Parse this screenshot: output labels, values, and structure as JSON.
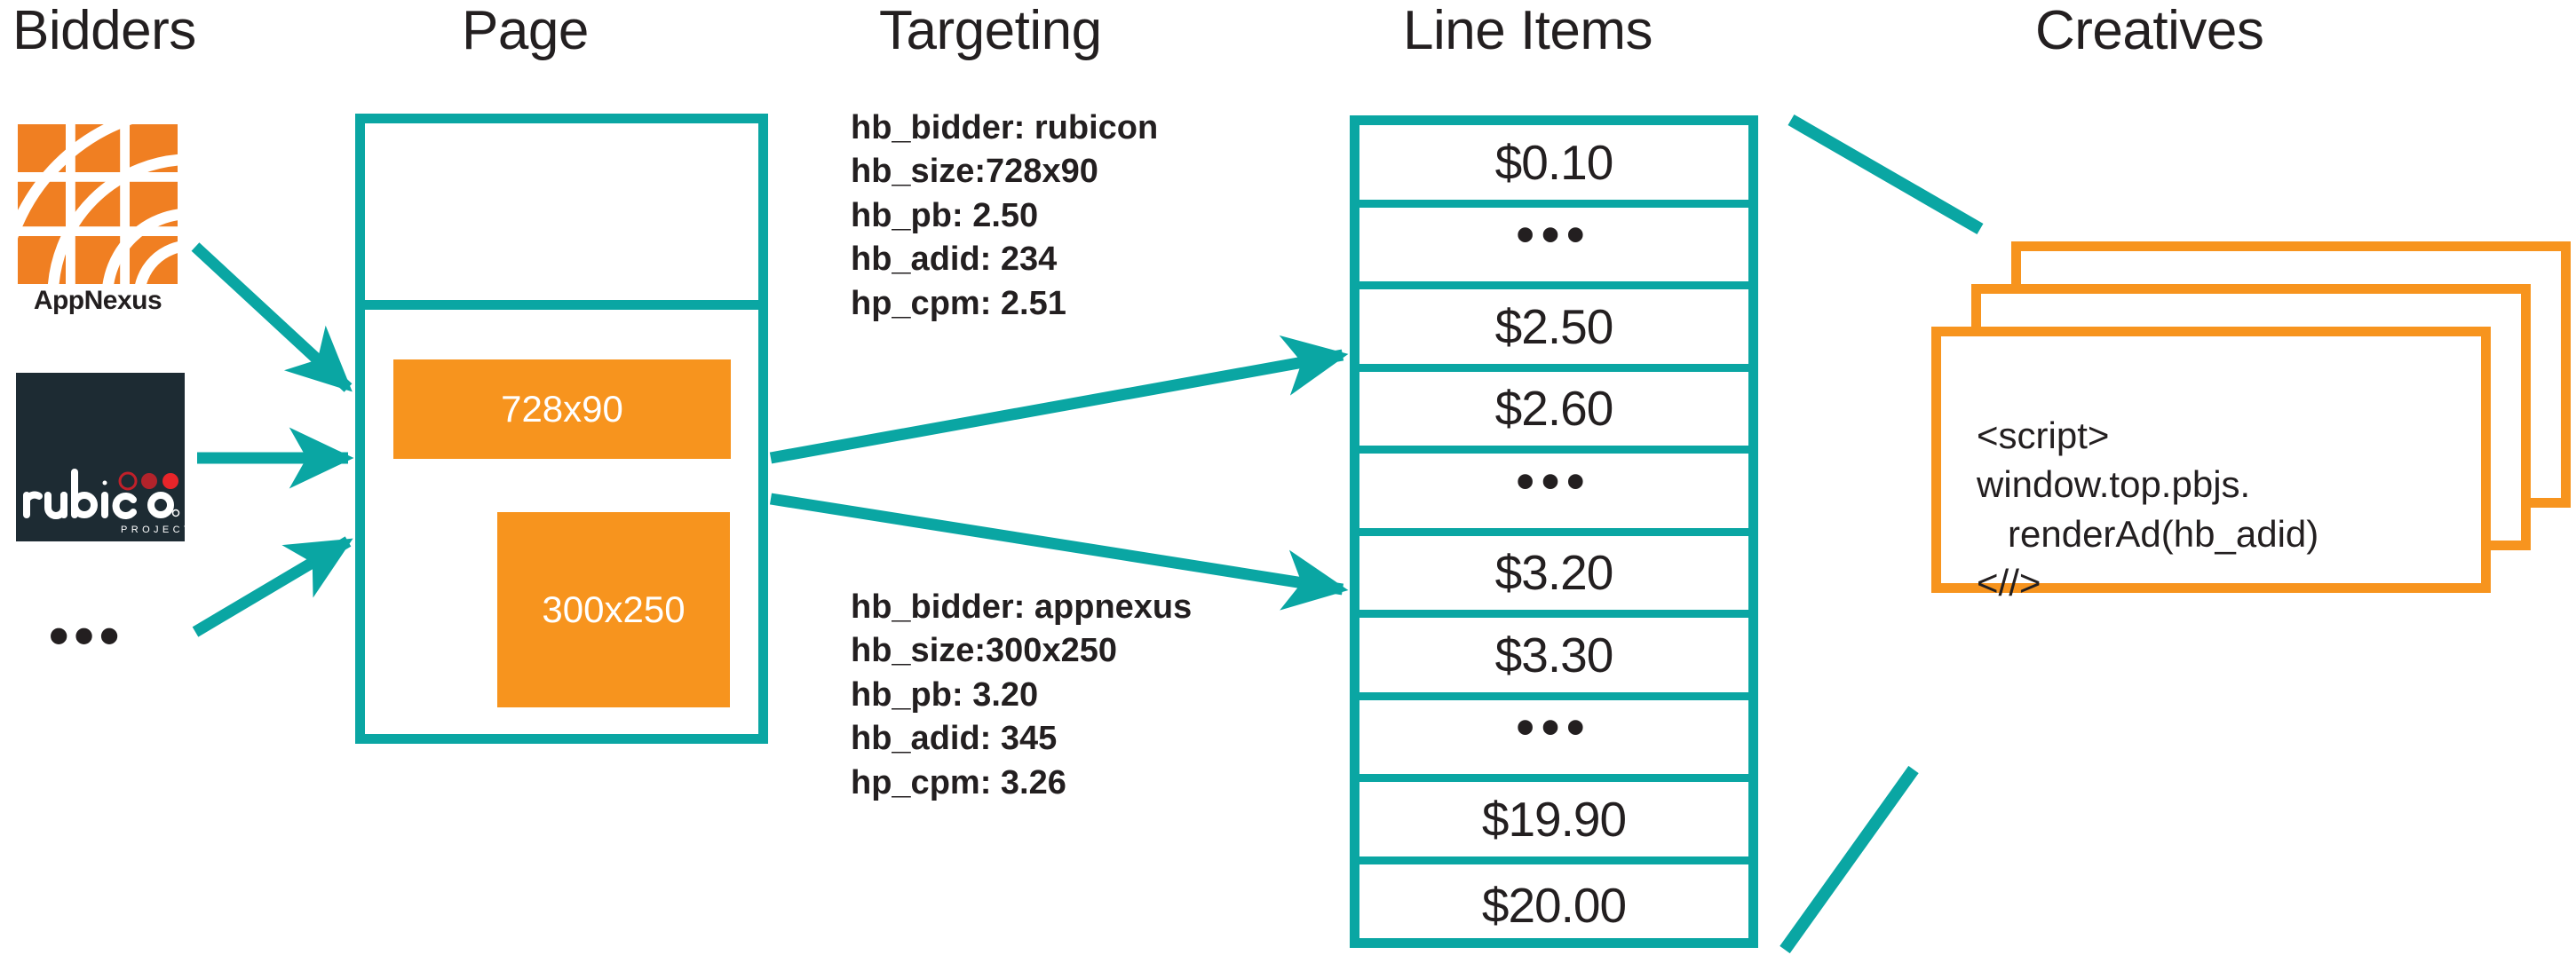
{
  "columns": {
    "bidders": "Bidders",
    "page": "Page",
    "targeting": "Targeting",
    "line_items": "Line Items",
    "creatives": "Creatives"
  },
  "bidders": {
    "items": [
      {
        "name": "appnexus",
        "label": "AppNexus"
      },
      {
        "name": "rubicon",
        "label": "rubicon",
        "sublabel": "PROJECT"
      }
    ],
    "more_indicator": "•••"
  },
  "page": {
    "ad_slots": [
      {
        "name": "728x90",
        "label": "728x90"
      },
      {
        "name": "300x250",
        "label": "300x250"
      }
    ]
  },
  "targeting": {
    "blocks": [
      {
        "lines": [
          "hb_bidder: rubicon",
          "hb_size:728x90",
          "hb_pb: 2.50",
          "hb_adid: 234",
          "hp_cpm: 2.51"
        ]
      },
      {
        "lines": [
          "hb_bidder: appnexus",
          "hb_size:300x250",
          "hb_pb: 3.20",
          "hb_adid: 345",
          "hp_cpm: 3.26"
        ]
      }
    ]
  },
  "line_items": {
    "rows": [
      {
        "type": "value",
        "label": "$0.10"
      },
      {
        "type": "dots",
        "label": "•••"
      },
      {
        "type": "value",
        "label": "$2.50"
      },
      {
        "type": "value",
        "label": "$2.60"
      },
      {
        "type": "dots",
        "label": "•••"
      },
      {
        "type": "value",
        "label": "$3.20"
      },
      {
        "type": "value",
        "label": "$3.30"
      },
      {
        "type": "dots",
        "label": "•••"
      },
      {
        "type": "value",
        "label": "$19.90"
      },
      {
        "type": "value",
        "label": "$20.00"
      }
    ]
  },
  "creatives": {
    "code": "<script>\nwindow.top.pbjs.\n   renderAd(hb_adid)\n<//>"
  },
  "colors": {
    "teal": "#0aa6a3",
    "orange": "#f7941e",
    "ink": "#231f20",
    "rubicon_bg": "#1d2b33",
    "rubicon_dot_red": "#e8252a"
  }
}
